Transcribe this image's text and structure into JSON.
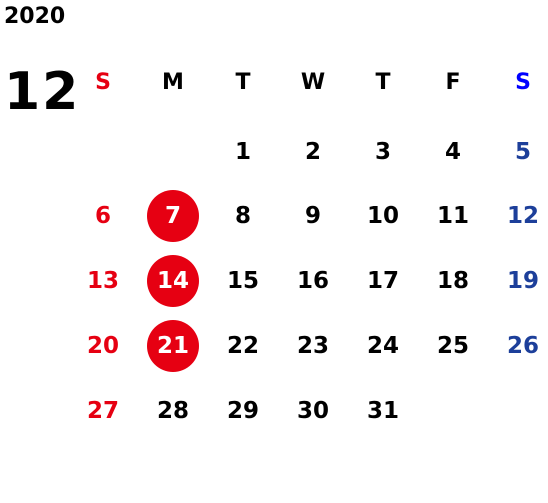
{
  "year": "2020",
  "month": "12",
  "weekdays": [
    "S",
    "M",
    "T",
    "W",
    "T",
    "F",
    "S"
  ],
  "weeks": [
    [
      "",
      "",
      "1",
      "2",
      "3",
      "4",
      "5"
    ],
    [
      "6",
      "7",
      "8",
      "9",
      "10",
      "11",
      "12"
    ],
    [
      "13",
      "14",
      "15",
      "16",
      "17",
      "18",
      "19"
    ],
    [
      "20",
      "21",
      "22",
      "23",
      "24",
      "25",
      "26"
    ],
    [
      "27",
      "28",
      "29",
      "30",
      "31",
      "",
      ""
    ]
  ],
  "holidays": [
    "7",
    "14",
    "21"
  ],
  "colors": {
    "sunday": "#e60012",
    "saturday_header": "#0000ff",
    "saturday": "#1d3f9a",
    "holiday_circle": "#e60012",
    "text": "#000000"
  }
}
